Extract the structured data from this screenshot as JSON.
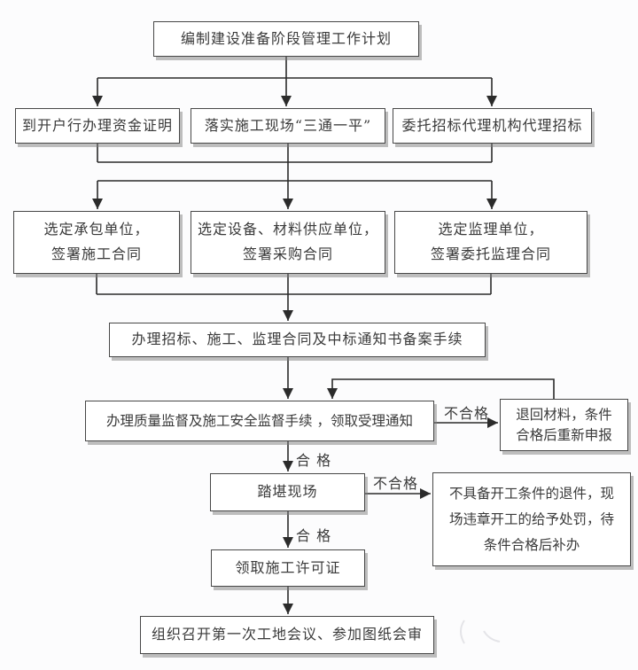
{
  "diagram": {
    "nodes": {
      "plan": {
        "label": "编制建设准备阶段管理工作计划"
      },
      "fund": {
        "label": "到开户行办理资金证明"
      },
      "site": {
        "label": "落实施工现场“三通一平”"
      },
      "agency": {
        "label": "委托招标代理机构代理招标"
      },
      "contractor": {
        "lines": [
          "选定承包单位，",
          "签署施工合同"
        ]
      },
      "supplier": {
        "lines": [
          "选定设备、材料供应单位，",
          "签署采购合同"
        ]
      },
      "supervisor": {
        "lines": [
          "选定监理单位，",
          "签署委托监理合同"
        ]
      },
      "record": {
        "label": "办理招标、施工、监理合同及中标通知书备案手续"
      },
      "quality": {
        "label": "办理质量监督及施工安全监督手续 ，领取受理通知"
      },
      "return_materials": {
        "lines": [
          "退回材料，条件",
          "合格后重新申报"
        ]
      },
      "site_visit": {
        "label": "踏堪现场"
      },
      "reject": {
        "lines": [
          "不具备开工条件的退件，现",
          "场违章开工的给予处罚，待",
          "条件合格后补办"
        ]
      },
      "permit": {
        "label": "领取施工许可证"
      },
      "meeting": {
        "label": "组织召开第一次工地会议、参加图纸会审"
      }
    },
    "edge_labels": {
      "qualified_1": "合 格",
      "unqualified_1": "不合格",
      "qualified_2": "合 格",
      "unqualified_2": "不合格"
    },
    "colors": {
      "line": "#2b2b2b",
      "box_border": "#474747",
      "box_shadow": "#7d7d7d",
      "text": "#3a3a3a",
      "background": "#fcfcfd"
    }
  }
}
